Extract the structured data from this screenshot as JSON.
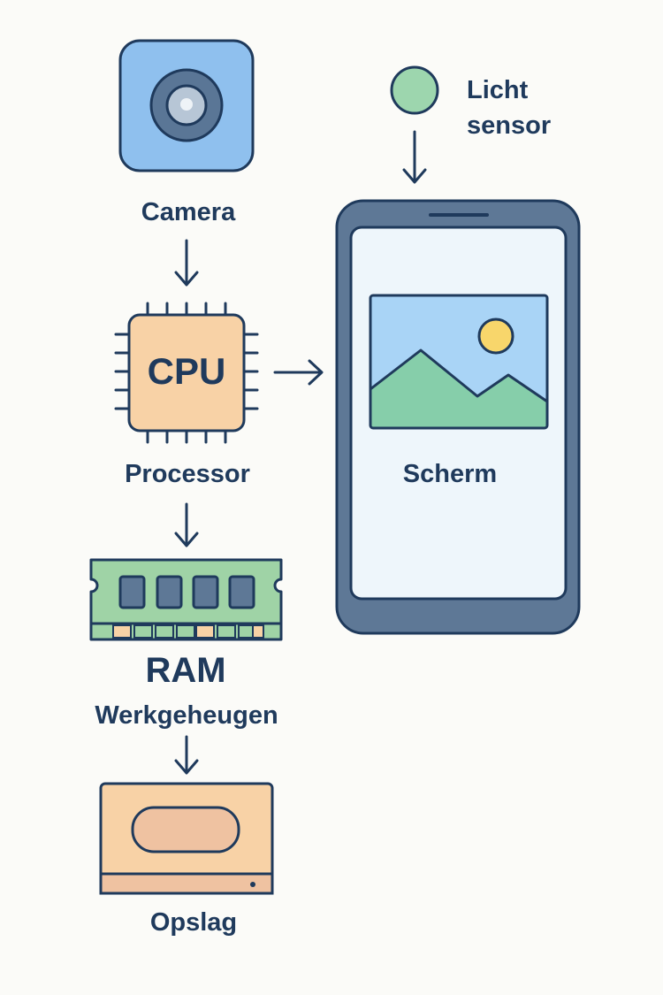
{
  "colors": {
    "ink": "#1f3a5c",
    "background": "#fbfbf8",
    "camera_fill": "#8fc0ee",
    "cpu_fill": "#f8d2a6",
    "ram_fill": "#9fd3a6",
    "storage_fill": "#f8d2a6",
    "storage_bar": "#efc2a1",
    "phone_body": "#5e7896",
    "phone_screen": "#eef6fb",
    "sky": "#a9d4f6",
    "mountains": "#86ceaa",
    "sun": "#f8d66b",
    "light_sensor": "#9dd6ae"
  },
  "nodes": {
    "camera": {
      "label": "Camera",
      "icon": "camera-icon"
    },
    "cpu": {
      "chip_text": "CPU",
      "label": "Processor",
      "icon": "cpu-chip-icon"
    },
    "ram": {
      "title": "RAM",
      "label": "Werkgeheugen",
      "icon": "ram-module-icon"
    },
    "storage": {
      "label": "Opslag",
      "icon": "storage-drive-icon"
    },
    "screen": {
      "label": "Scherm",
      "icon": "smartphone-icon"
    },
    "light_sensor": {
      "label_line1": "Licht",
      "label_line2": "sensor",
      "icon": "light-sensor-icon"
    }
  },
  "edges": [
    {
      "from": "camera",
      "to": "cpu"
    },
    {
      "from": "cpu",
      "to": "screen"
    },
    {
      "from": "cpu",
      "to": "ram"
    },
    {
      "from": "ram",
      "to": "storage"
    },
    {
      "from": "light_sensor",
      "to": "screen"
    }
  ]
}
